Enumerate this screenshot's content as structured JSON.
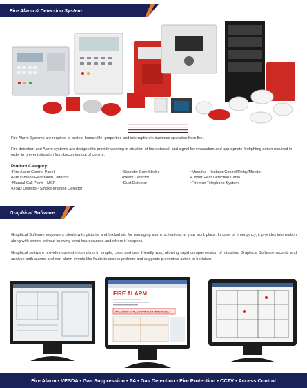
{
  "section1": {
    "title": "Fire Alarm & Detection System"
  },
  "intro": {
    "p1": "Fire Alarm Systems are required to protect human life, properties and interruption in business operation from fire.",
    "p2": "Fire detection and Alarm systems are designed to provide warning in situation of fire outbreak and signal for evacuation and appropriate firefighting action required in order to prevent situation from becoming out of control."
  },
  "product_category": {
    "title": "Product Category:",
    "col1": [
      "Fire Alarm Control Panel",
      "Fire (Smoke/Heat/Multi) Detector",
      "Manual Call Point – MCP",
      "OSID Detector- Smoke Imagine Detector"
    ],
    "col2": [
      "Sounder Cum Strobe",
      "Beam Detector",
      "Duct Detector"
    ],
    "col3": [
      "Modules – Isolator/Control/Relay/Monitor",
      "Linner Heat Detection Cable",
      "Fireman Telephone System"
    ]
  },
  "section2": {
    "title": "Graphical Software"
  },
  "software": {
    "p1": "Graphical Software empowers clients with pictorial and textual aid for managing alarm activations at your work place. In case of emergency, it provides information along with control without knowing what has occurred and where it happens.",
    "p2": "Graphical software provides current information in simple, clear and user friendly way, allowing rapid comprehension of situation. Graphical Software records and analyse both alarms and non-alarm events like faults to assess problem and suggests preventive action to be taken."
  },
  "screens": {
    "center_title": "FIRE ALARM",
    "center_sub": "IMPLEMENT EVACUATION PLAN IMMEDIATELY"
  },
  "footer": {
    "text": "Fire Alarm • VESDA • Gas Suppression • PA • Gas Detection • Fire Protection • CCTV • Access Control"
  },
  "colors": {
    "navy": "#1b2159",
    "accent": "#e37b2d",
    "alarm_red": "#d0231f"
  }
}
